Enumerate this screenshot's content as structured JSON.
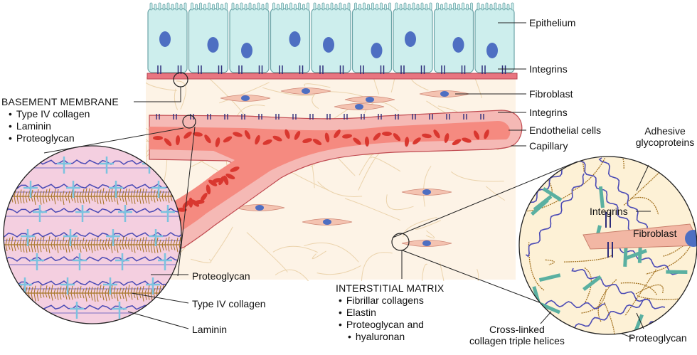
{
  "labels": {
    "epithelium": "Epithelium",
    "integrins_top": "Integrins",
    "fibroblast": "Fibroblast",
    "integrins_mid": "Integrins",
    "endothelial": "Endothelial cells",
    "capillary": "Capillary",
    "adhesive": [
      "Adhesive",
      "glycoproteins"
    ],
    "integrins_right": "Integrins",
    "fibroblast_right": "Fibroblast",
    "proteoglycan_left": "Proteoglycan",
    "type4_left": "Type IV collagen",
    "laminin_left": "Laminin",
    "crosslinked": [
      "Cross-linked",
      "collagen triple helices"
    ],
    "proteoglycan_right": "Proteoglycan"
  },
  "basement_membrane": {
    "title": "BASEMENT MEMBRANE",
    "items": [
      "Type IV collagen",
      "Laminin",
      "Proteoglycan"
    ]
  },
  "interstitial_matrix": {
    "title": "INTERSTITIAL MATRIX",
    "items": [
      "Fibrillar collagens",
      "Elastin",
      "Proteoglycan and",
      "hyaluronan"
    ]
  },
  "colors": {
    "epithelium_fill": "#cdeeed",
    "epithelium_stroke": "#6aa3a6",
    "nucleus": "#4e6fc2",
    "membrane": "#e16d78",
    "vessel_outer": "#f1a7a5",
    "vessel_lumen": "#f07c74",
    "rbc": "#d9372f",
    "stroma": "#fdf1e2",
    "fiber": "#e9cfa5",
    "fibroblast": "#f4c3b1",
    "integrin": "#2d2d7a",
    "collagen_blue": "#4a4ab5",
    "proteoglycan_brown": "#a47322",
    "laminin_blue": "#7cc3e0",
    "adhesive_teal": "#5ab0a1"
  }
}
